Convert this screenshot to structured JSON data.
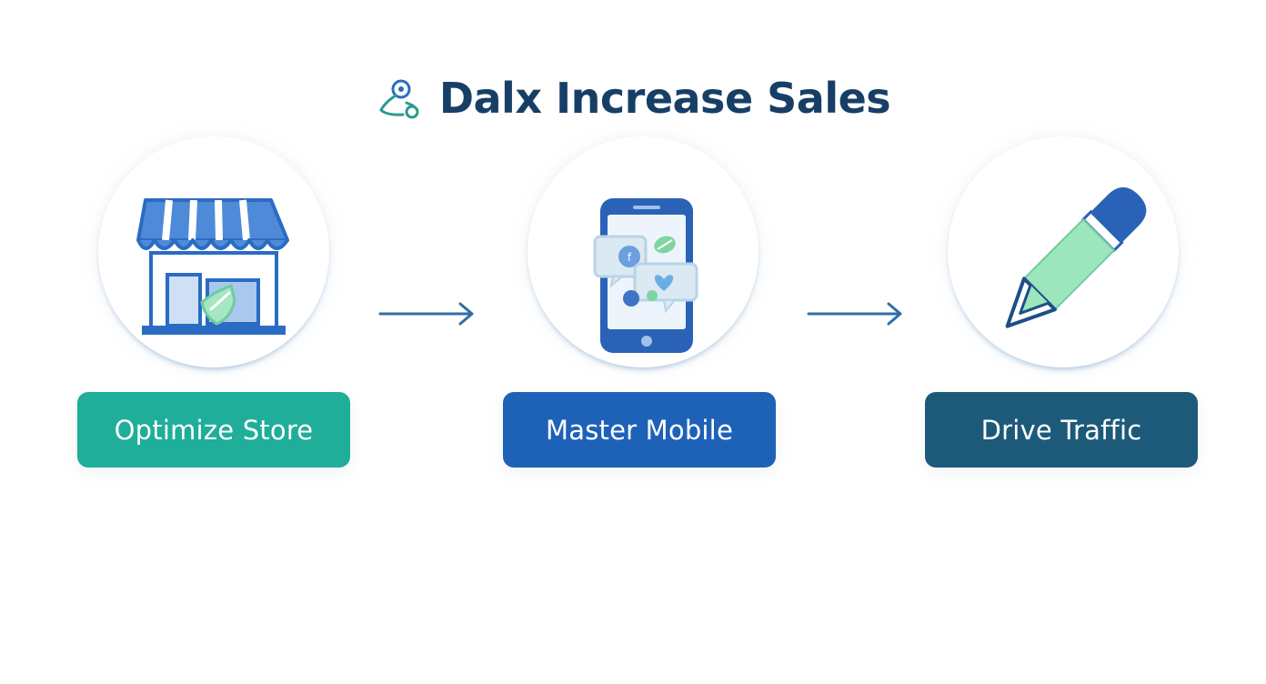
{
  "title": {
    "text": "Dalx Increase Sales",
    "icon": "route-icon"
  },
  "colors": {
    "title": "#173f66",
    "optimize": "#1fae99",
    "mobile": "#1e62b8",
    "traffic": "#1d5a79",
    "arrow": "#2f6ea8",
    "accent_green": "#8fe0b3",
    "accent_blue": "#2a6cc4"
  },
  "steps": [
    {
      "label": "Optimize Store",
      "icon": "storefront-icon"
    },
    {
      "label": "Master Mobile",
      "icon": "smartphone-icon"
    },
    {
      "label": "Drive Traffic",
      "icon": "pen-icon"
    }
  ],
  "connectors": [
    {
      "icon": "arrow-right-icon"
    },
    {
      "icon": "arrow-right-icon"
    }
  ]
}
